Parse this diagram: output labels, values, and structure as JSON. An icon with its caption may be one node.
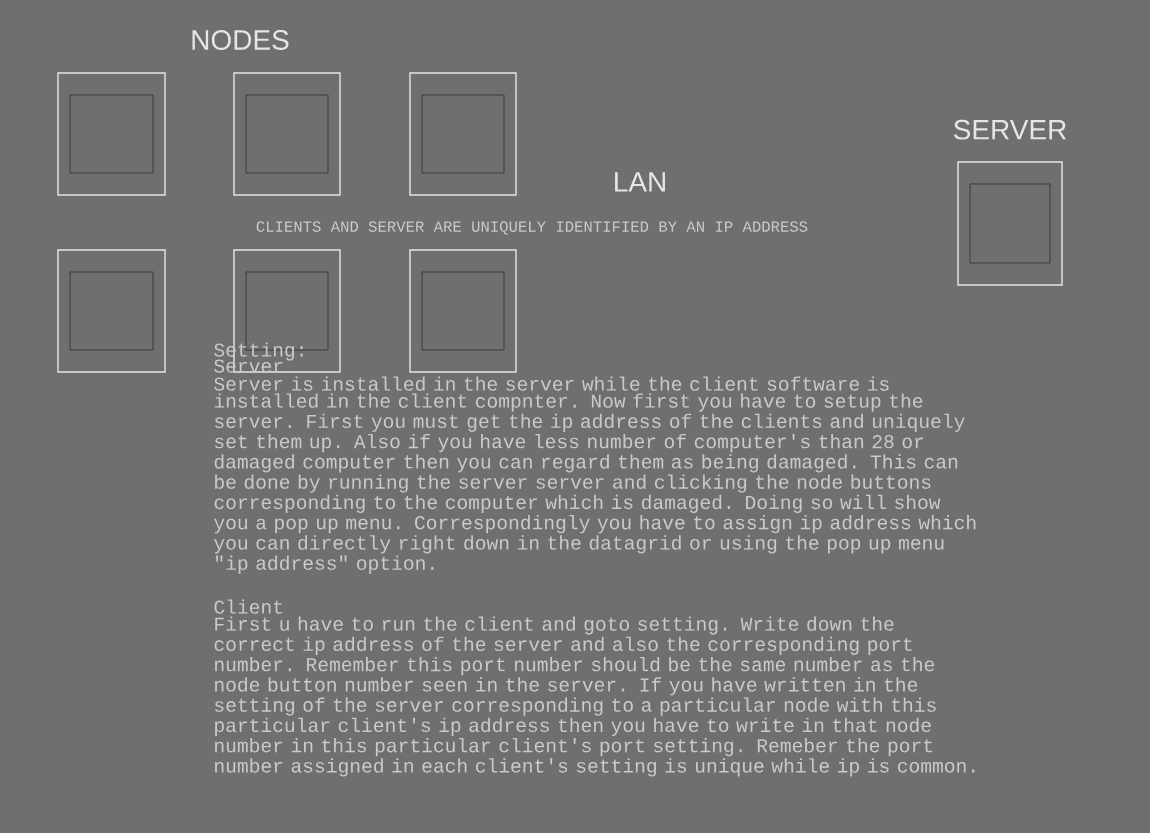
{
  "diagram": {
    "nodes": [
      {
        "text": [],
        "shape": "box"
      },
      {
        "text": [],
        "shape": "box"
      },
      {
        "text": [],
        "shape": "box"
      },
      {
        "text": [],
        "shape": "box"
      },
      {
        "text": [],
        "shape": "box"
      },
      {
        "text": [],
        "shape": "box"
      },
      {
        "text": [],
        "shape": "box",
        "in": 0
      },
      {
        "text": [],
        "shape": "box",
        "in": 1
      },
      {
        "text": [],
        "shape": "box",
        "in": 2
      },
      {
        "text": [],
        "shape": "box",
        "in": 3
      },
      {
        "text": [],
        "shape": "box",
        "in": 4
      },
      {
        "text": [],
        "shape": "box",
        "in": 5
      },
      {
        "text": [
          "SERVER"
        ]
      },
      {
        "text": [],
        "shape": "box",
        "in": 12
      }
    ],
    "edges": [],
    "labels": [
      "NODES",
      "LAN",
      "CLIENTS AND SERVER ARE UNIQUELY IDENTIFIED BY AN IP ADDRESS",
      "Setting:",
      "Server",
      "Server is installed in the server while the client software is installed in the client compnter. Now first you have to setup the server. First you must get the ip address of the clients and uniquely set them up. Also if you have less number of computer's than 28 or damaged computer then you can regard them as being damaged. This can be done by running the server server and  clicking the node buttons corresponding to the computer which is damaged. Doing so will show you a pop up menu. Correspondingly you have to assign ip address which you can directly right down in the datagrid or using the pop up menu \"ip address\" option.",
      "Client",
      "First u have to run the client and goto setting. Write down the correct ip address of the server and also the corresponding port number. Remember this port number should be the same number as the node button number seen in the server. If you have written in the setting of the server corresponding to a particular node with this particular client's ip address then you have to write in that node number in this particular client's port setting. Remeber the port number assigned in each client's setting is unique while ip is common."
    ]
  }
}
